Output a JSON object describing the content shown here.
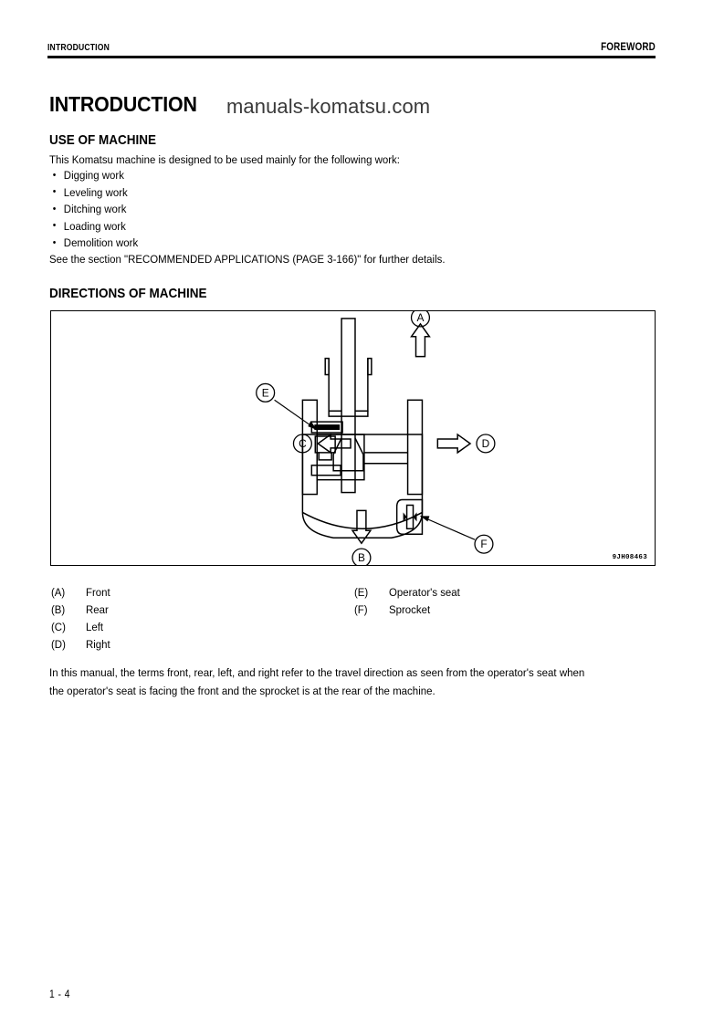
{
  "header": {
    "left": "INTRODUCTION",
    "right": "FOREWORD"
  },
  "title": "INTRODUCTION",
  "watermark": "manuals-komatsu.com",
  "sections": {
    "use_of_machine": {
      "heading": "USE OF MACHINE",
      "intro": "This Komatsu machine is designed to be used mainly for the following work:",
      "bullets": [
        "Digging work",
        "Leveling work",
        "Ditching work",
        "Loading work",
        "Demolition work"
      ],
      "see_also": "See the section \"RECOMMENDED APPLICATIONS (PAGE 3-166)\" for further details."
    },
    "directions_of_machine": {
      "heading": "DIRECTIONS OF MACHINE",
      "figure": {
        "id_code": "9JH08463",
        "callouts": {
          "a": "A",
          "b": "B",
          "c": "C",
          "d": "D",
          "e": "E",
          "f": "F"
        }
      },
      "legend_left": [
        {
          "key": "(A)",
          "value": "Front"
        },
        {
          "key": "(B)",
          "value": "Rear"
        },
        {
          "key": "(C)",
          "value": "Left"
        },
        {
          "key": "(D)",
          "value": "Right"
        }
      ],
      "legend_right": [
        {
          "key": "(E)",
          "value": "Operator's seat"
        },
        {
          "key": "(F)",
          "value": "Sprocket"
        }
      ],
      "closing_line_1": "In this manual, the terms front, rear, left, and right refer to the travel direction as seen from the operator's seat when",
      "closing_line_2": "the operator's seat is facing the front and the sprocket is at the rear of the machine."
    }
  },
  "footer": {
    "page_number": "1 - 4"
  },
  "colors": {
    "text": "#000000",
    "watermark": "#3a3a3a",
    "rule": "#000000"
  }
}
